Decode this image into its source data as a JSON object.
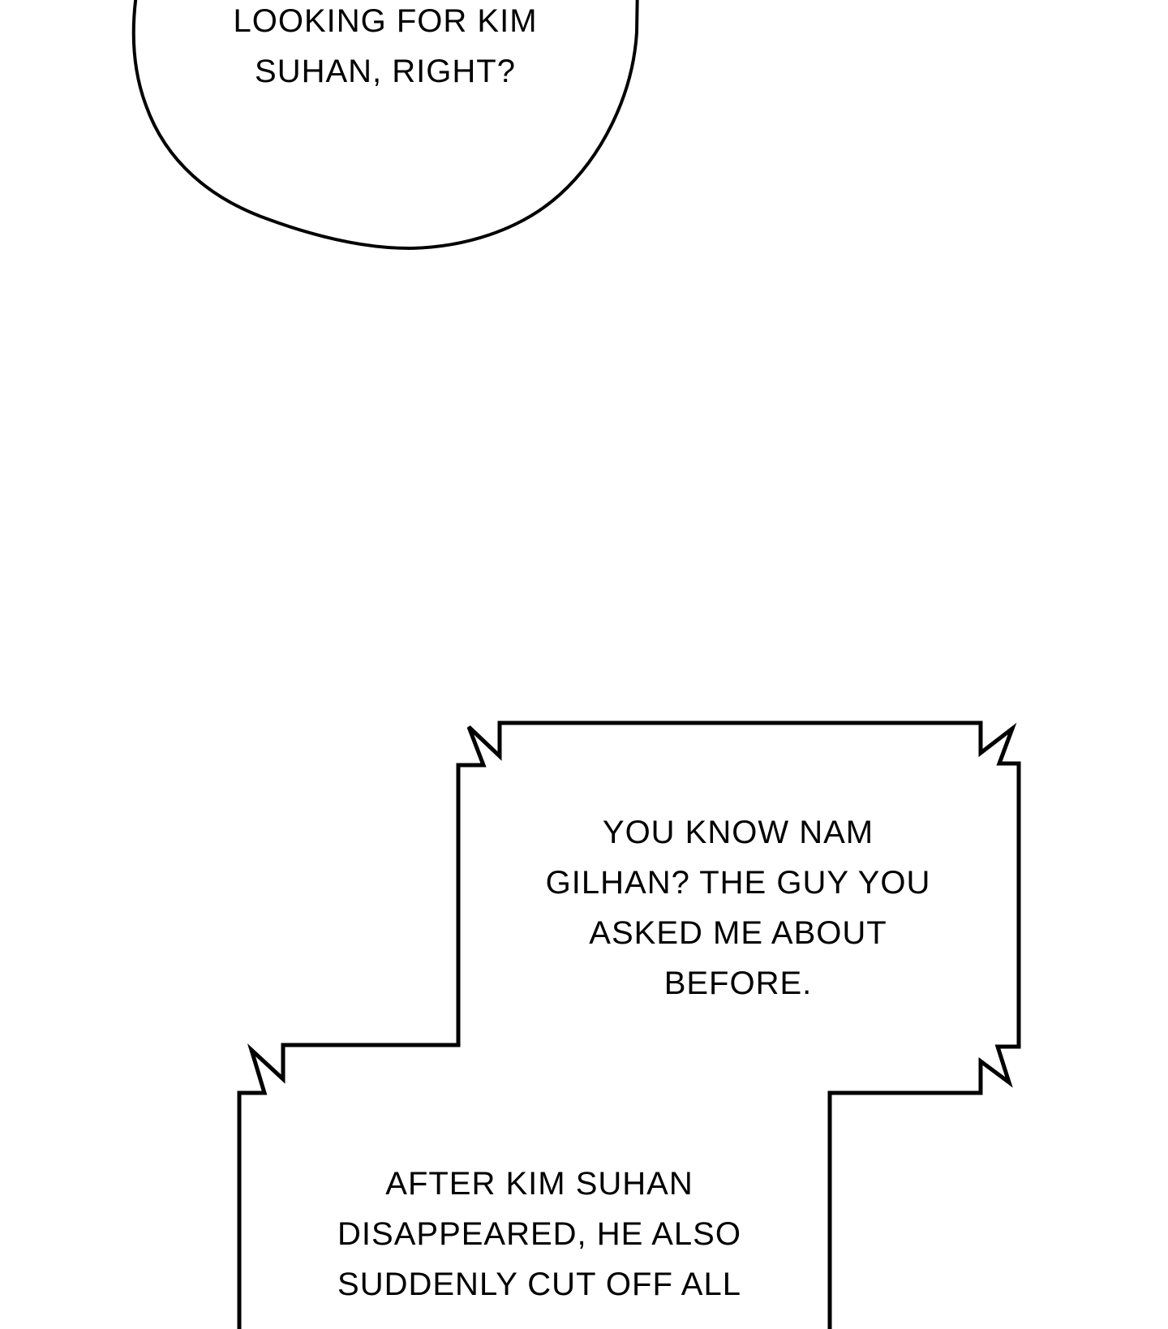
{
  "bubble_speech": {
    "lines": [
      "LOOKING FOR KIM",
      "SUHAN, RIGHT?"
    ]
  },
  "caption_box_upper": {
    "lines": [
      "YOU KNOW NAM",
      "GILHAN? THE GUY YOU",
      "ASKED ME ABOUT",
      "BEFORE."
    ]
  },
  "caption_box_lower": {
    "lines": [
      "AFTER KIM SUHAN",
      "DISAPPEARED, HE ALSO",
      "SUDDENLY CUT OFF ALL"
    ]
  }
}
